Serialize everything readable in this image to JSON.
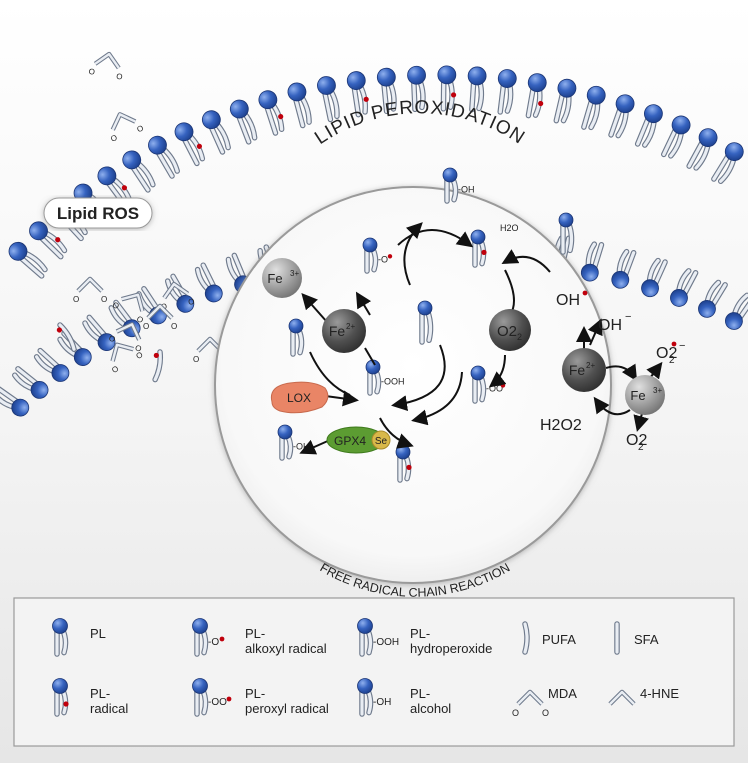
{
  "diagram": {
    "title": "LIPID PEROXIDATION",
    "subtitle": "FREE RADICAL CHAIN REACTION",
    "lipid_ros_label": "Lipid ROS",
    "chem": {
      "oh_suffix": "-OH",
      "ooh_suffix": "-OOH",
      "oo_suffix": "-OO",
      "o_suffix": "-O",
      "h2o": "H2O",
      "h2o2": "H2O2",
      "o2": "O2",
      "oh_radical": "OH",
      "oh_minus": "OH",
      "o2_radical": "O2",
      "fe2": "Fe",
      "fe3": "Fe",
      "fe2_charge": "2+",
      "fe3_charge": "3+",
      "superscript_minus": "−",
      "subscript_2": "2"
    },
    "enzymes": {
      "lox": "LOX",
      "gpx4": "GPX4",
      "se": "Se"
    }
  },
  "legend": {
    "items": [
      {
        "key": "pl",
        "line1": "PL",
        "line2": ""
      },
      {
        "key": "alkoxyl",
        "line1": "PL-",
        "line2": "alkoxyl radical"
      },
      {
        "key": "hydroperoxide",
        "line1": "PL-",
        "line2": "hydroperoxide"
      },
      {
        "key": "pufa",
        "line1": "PUFA",
        "line2": ""
      },
      {
        "key": "sfa",
        "line1": "SFA",
        "line2": ""
      },
      {
        "key": "radical",
        "line1": "PL-",
        "line2": "radical"
      },
      {
        "key": "peroxyl",
        "line1": "PL-",
        "line2": "peroxyl radical"
      },
      {
        "key": "alcohol",
        "line1": "PL-",
        "line2": "alcohol"
      },
      {
        "key": "mda",
        "line1": "MDA",
        "line2": ""
      },
      {
        "key": "hne",
        "line1": "4-HNE",
        "line2": ""
      }
    ],
    "suffixes": {
      "o": "-O",
      "oo": "-OO",
      "ooh": "-OOH",
      "oh": "-OH"
    }
  },
  "colors": {
    "head": "#2f5fb8",
    "radical": "#c0000c",
    "ros_text": "#b3000d",
    "fe": "#555555",
    "lox": "#e98566",
    "gpx4": "#5c9c32",
    "se": "#d8b84a",
    "legend_bg": "#f3f3f3"
  }
}
